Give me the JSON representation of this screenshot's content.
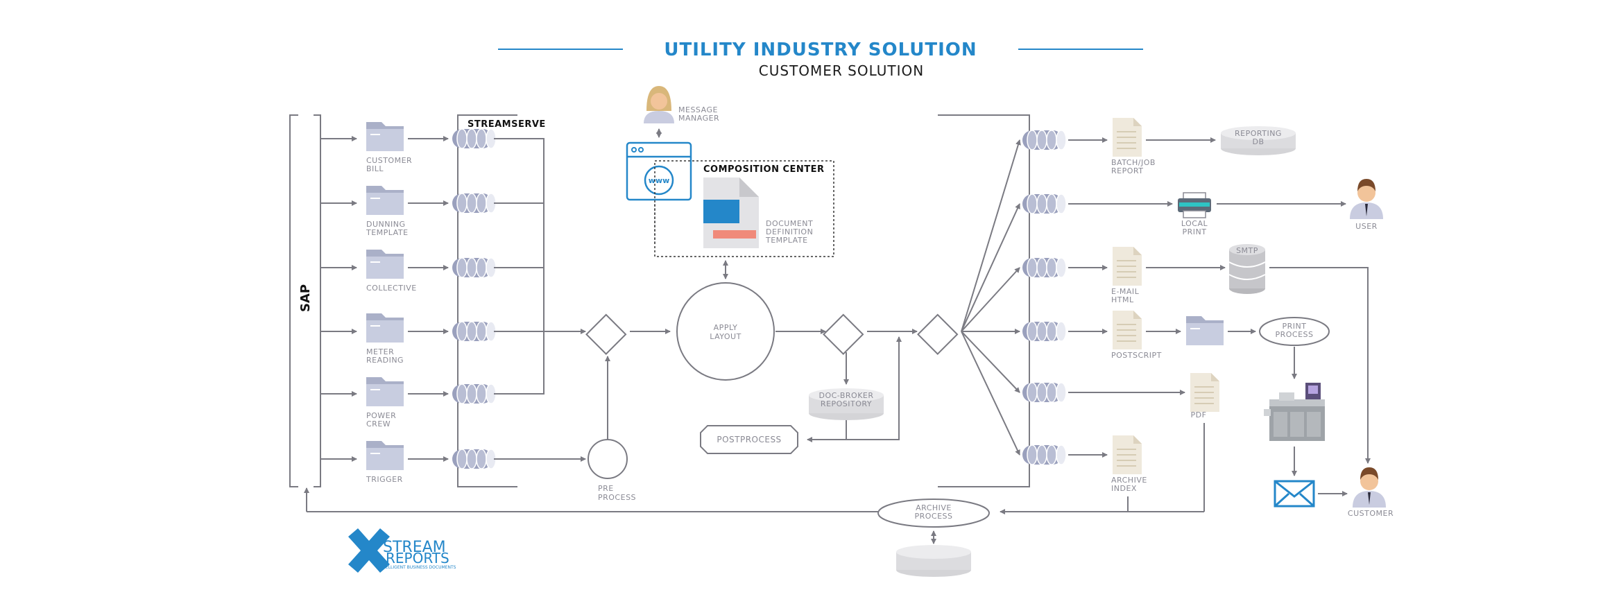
{
  "header": {
    "title": "UTILITY INDUSTRY SOLUTION",
    "subtitle": "CUSTOMER SOLUTION"
  },
  "colors": {
    "accent": "#2487c9",
    "line": "#7a7a82",
    "queue": "#9aa0bd",
    "doc": "#efe9dc",
    "salmon": "#f08a7a"
  },
  "source": {
    "label": "SAP",
    "docs": [
      {
        "label": "CUSTOMER\nBILL",
        "icon": "folder-icon"
      },
      {
        "label": "DUNNING\nTEMPLATE",
        "icon": "folder-icon"
      },
      {
        "label": "COLLECTIVE",
        "icon": "folder-icon"
      },
      {
        "label": "METER\nREADING",
        "icon": "folder-icon"
      },
      {
        "label": "POWER\nCREW",
        "icon": "folder-icon"
      },
      {
        "label": "TRIGGER",
        "icon": "folder-icon"
      }
    ]
  },
  "streamserve": {
    "label": "STREAMSERVE"
  },
  "message_manager": {
    "label": "MESSAGE\nMANAGER",
    "icon": "person-icon"
  },
  "browser": {
    "label": "www",
    "icon": "browser-icon"
  },
  "composition_center": {
    "title": "COMPOSITION CENTER",
    "template_label": "DOCUMENT\nDEFINITION\nTEMPLATE"
  },
  "process": {
    "apply_layout": "APPLY\nLAYOUT",
    "pre_process": "PRE\nPROCESS",
    "doc_broker": "DOC-BROKER\nREPOSITORY",
    "postprocess": "POSTPROCESS",
    "archive_process": "ARCHIVE\nPROCESS"
  },
  "outputs": {
    "batch_report": "BATCH/JOB\nREPORT",
    "reporting_db": "REPORTING\nDB",
    "local_print": "LOCAL\nPRINT",
    "user": "USER",
    "email_html": "E-MAIL\nHTML",
    "smtp": "SMTP",
    "postscript": "POSTSCRIPT",
    "print_process": "PRINT\nPROCESS",
    "pdf": "PDF",
    "archive_index": "ARCHIVE\nINDEX",
    "customer": "CUSTOMER"
  },
  "logo": {
    "line1": "STREAM",
    "line2": "REPORTS",
    "tagline": "INTELLIGENT BUSINESS DOCUMENTS"
  }
}
